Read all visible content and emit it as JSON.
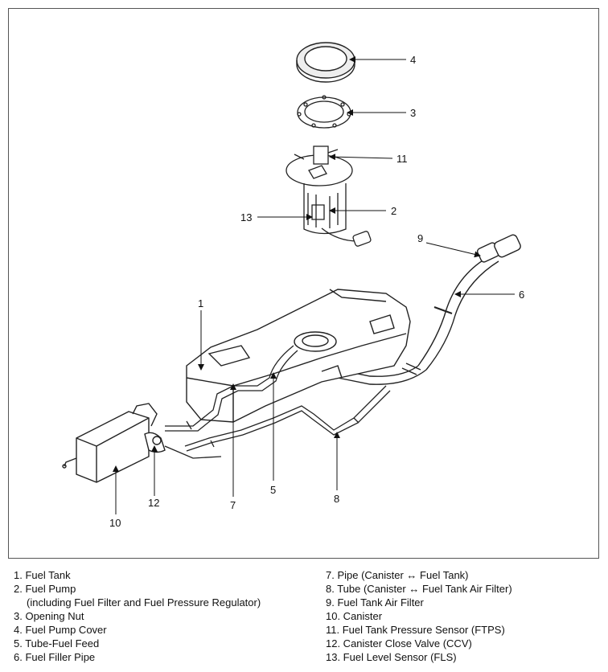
{
  "callouts": {
    "c1": "1",
    "c2": "2",
    "c3": "3",
    "c4": "4",
    "c5": "5",
    "c6": "6",
    "c7": "7",
    "c8": "8",
    "c9": "9",
    "c10": "10",
    "c11": "11",
    "c12": "12",
    "c13": "13"
  },
  "legend_left": [
    "1. Fuel Tank",
    "2. Fuel Pump",
    "(including Fuel Filter and Fuel Pressure Regulator)",
    "3. Opening Nut",
    "4. Fuel Pump Cover",
    "5. Tube-Fuel Feed",
    "6. Fuel Filler Pipe"
  ],
  "legend_right": [
    "7. Pipe (Canister ↔ Fuel Tank)",
    "8. Tube (Canister ↔ Fuel Tank Air Filter)",
    "9. Fuel Tank Air Filter",
    "10. Canister",
    "11. Fuel Tank Pressure Sensor (FTPS)",
    "12. Canister Close Valve (CCV)",
    "13. Fuel Level Sensor (FLS)"
  ]
}
